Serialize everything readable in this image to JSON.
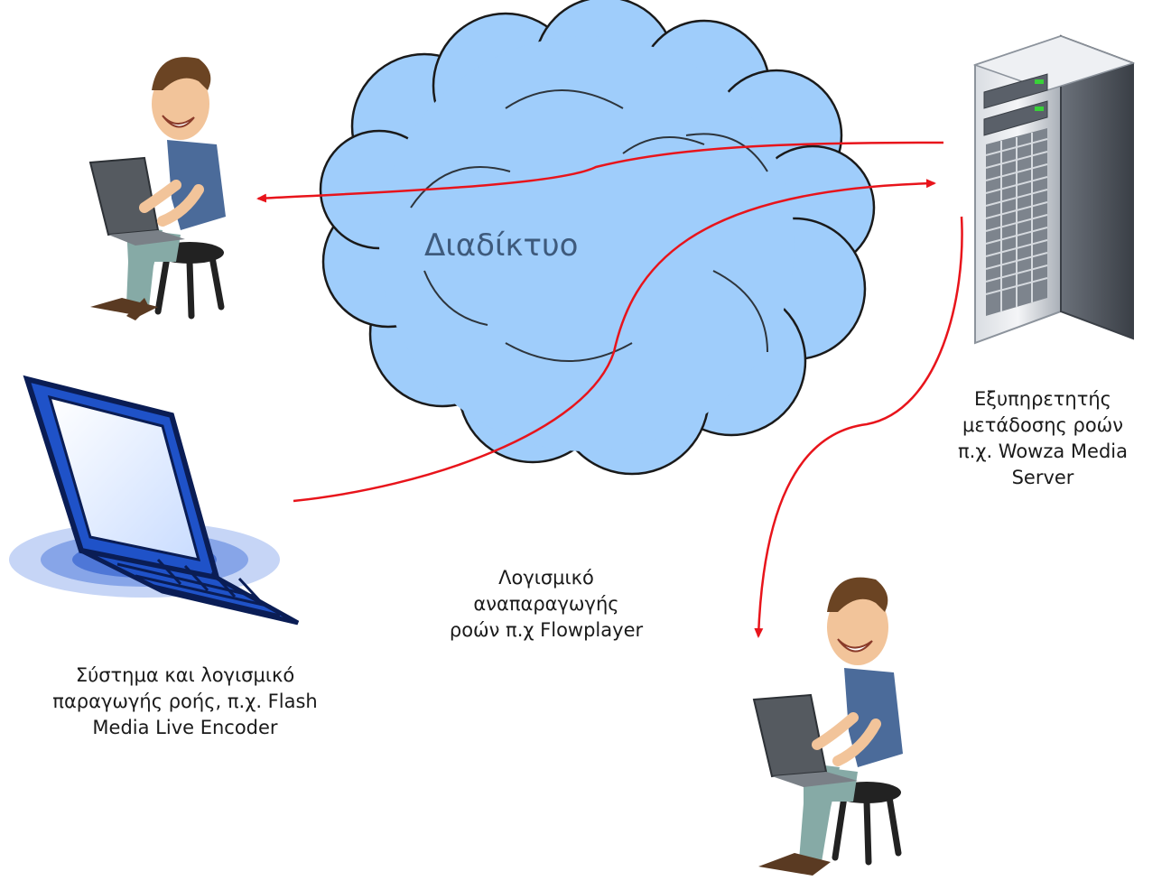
{
  "cloud": {
    "label": "Διαδίκτυο"
  },
  "server": {
    "lines": [
      "Εξυπηρετητής",
      "μετάδοσης ροών",
      "π.χ. Wowza Media",
      "Server"
    ]
  },
  "encoder": {
    "lines": [
      "Σύστημα και λογισμικό",
      "παραγωγής ροής, π.χ. Flash",
      "Media Live Encoder"
    ]
  },
  "player": {
    "lines": [
      "Λογισμικό",
      "αναπαραγωγής",
      "ροών π.χ Flowplayer"
    ]
  },
  "colors": {
    "cloud_fill": "#9fcdfb",
    "cloud_stroke": "#1a1a1a",
    "arrow": "#e8141b",
    "shirt": "#4b6b9a",
    "pants": "#86aaa6",
    "skin": "#f2c49a",
    "hair": "#6b4423",
    "laptop_blue": "#1f52c8"
  },
  "icons": [
    "cloud-icon",
    "server-tower-icon",
    "laptop-icon",
    "user-at-laptop-icon"
  ]
}
